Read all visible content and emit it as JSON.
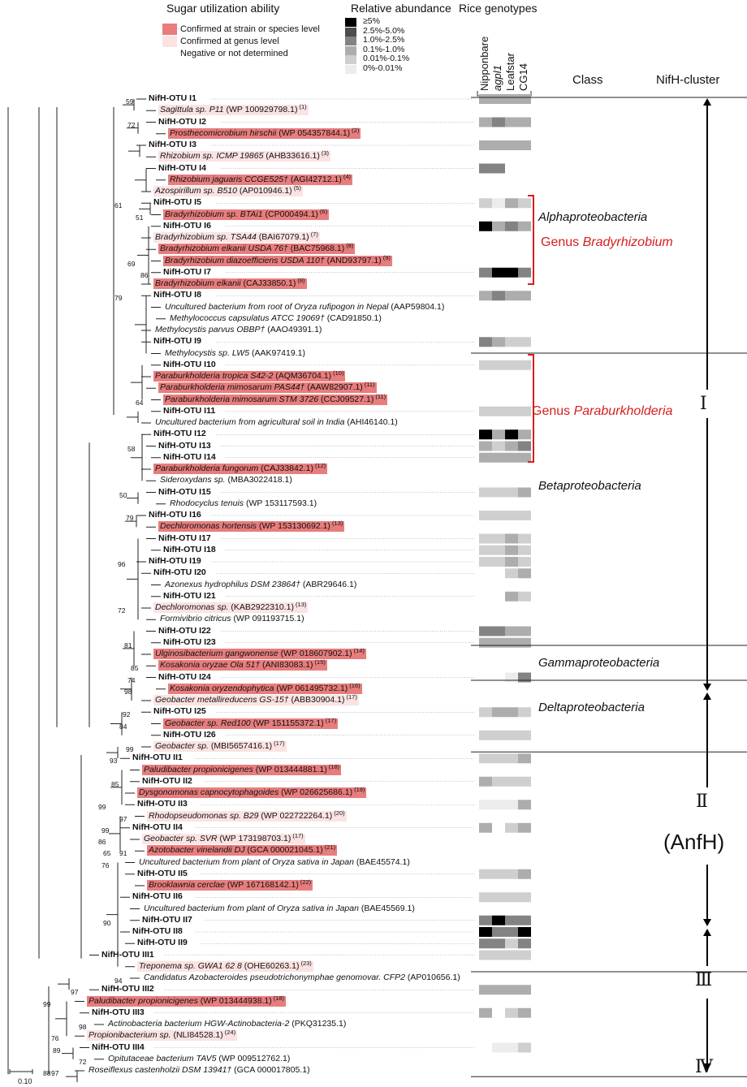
{
  "legend": {
    "sugar_title": "Sugar utilization ability",
    "sugar_items": [
      {
        "label": "Confirmed at strain or species level",
        "color": "#e87d7d"
      },
      {
        "label": "Confirmed at genus level",
        "color": "#fbe3e3"
      },
      {
        "label": "Negative or not determined",
        "color": "#ffffff"
      }
    ],
    "abundance_title": "Relative abundance",
    "abundance_items": [
      {
        "label": "≥5%",
        "color": "#000000"
      },
      {
        "label": "2.5%-5.0%",
        "color": "#4d4d4d"
      },
      {
        "label": "1.0%-2.5%",
        "color": "#838383"
      },
      {
        "label": "0.1%-1.0%",
        "color": "#adadad"
      },
      {
        "label": "0.01%-0.1%",
        "color": "#cfcfcf"
      },
      {
        "label": "0%-0.01%",
        "color": "#ececec"
      }
    ],
    "genotype_title": "Rice genotypes",
    "genotypes": [
      "Nipponbare",
      "agpl1",
      "Leafstar",
      "CG14"
    ]
  },
  "headers": {
    "class": "Class",
    "cluster": "NifH-cluster"
  },
  "tree": {
    "leaves": [
      {
        "otu": "NifH-OTU I1",
        "ab": [
          3,
          3,
          3,
          3
        ]
      },
      {
        "name": "Sagittula sp. P11",
        "acc": "(WP 100929798.1)",
        "ref": "(1)",
        "sugar": "genus"
      },
      {
        "otu": "NifH-OTU I2",
        "ab": [
          3,
          2,
          3,
          3
        ]
      },
      {
        "name": "Prosthecomicrobium hirschii",
        "acc": "(WP 054357844.1)",
        "ref": "(2)",
        "sugar": "strong"
      },
      {
        "otu": "NifH-OTU I3",
        "ab": [
          3,
          3,
          3,
          3
        ]
      },
      {
        "name": "Rhizobium sp. ICMP 19865",
        "acc": "(AHB33616.1)",
        "ref": "(3)",
        "sugar": "genus"
      },
      {
        "otu": "NifH-OTU I4",
        "ab": [
          2,
          2,
          -1,
          -1
        ]
      },
      {
        "name": "Rhizobium jaguaris CCGE525†",
        "acc": "(AGI42712.1)",
        "ref": "(4)",
        "sugar": "strong"
      },
      {
        "name": "Azospirillum sp. B510",
        "acc": "(AP010946.1)",
        "ref": "(5)",
        "sugar": "genus"
      },
      {
        "otu": "NifH-OTU I5",
        "ab": [
          4,
          5,
          3,
          4
        ]
      },
      {
        "name": "Bradyrhizobium sp. BTAi1",
        "acc": "(CP000494.1)",
        "ref": "(6)",
        "sugar": "strong"
      },
      {
        "otu": "NifH-OTU I6",
        "ab": [
          0,
          3,
          2,
          3
        ]
      },
      {
        "name": "Bradyrhizobium sp. TSA44",
        "acc": "(BAI67079.1)",
        "ref": "(7)",
        "sugar": "genus"
      },
      {
        "name": "Bradyrhizobium elkanii USDA 76†",
        "acc": "(BAC75968.1)",
        "ref": "(8)",
        "sugar": "strong"
      },
      {
        "name": "Bradyrhizobium diazoefficiens USDA 110†",
        "acc": "(AND93797.1)",
        "ref": "(9)",
        "sugar": "strong"
      },
      {
        "otu": "NifH-OTU I7",
        "ab": [
          2,
          0,
          0,
          2
        ]
      },
      {
        "name": "Bradyrhizobium elkanii",
        "acc": "(CAJ33850.1)",
        "ref": "(8)",
        "sugar": "strong"
      },
      {
        "otu": "NifH-OTU I8",
        "ab": [
          3,
          2,
          3,
          3
        ]
      },
      {
        "name": "Uncultured bacterium from root of Oryza rufipogon in Nepal",
        "acc": "(AAP59804.1)",
        "ref": "",
        "sugar": "none"
      },
      {
        "name": "Methylococcus capsulatus ATCC 19069†",
        "acc": "(CAD91850.1)",
        "ref": "",
        "sugar": "none"
      },
      {
        "name": "Methylocystis parvus OBBP†",
        "acc": "(AAO49391.1)",
        "ref": "",
        "sugar": "none"
      },
      {
        "otu": "NifH-OTU I9",
        "ab": [
          2,
          3,
          4,
          4
        ]
      },
      {
        "name": "Methylocystis sp. LW5",
        "acc": "(AAK97419.1)",
        "ref": "",
        "sugar": "none"
      },
      {
        "otu": "NifH-OTU I10",
        "ab": [
          4,
          4,
          4,
          4
        ]
      },
      {
        "name": "Paraburkholderia tropica S42-2",
        "acc": "(AQM36704.1)",
        "ref": "(10)",
        "sugar": "strong"
      },
      {
        "name": "Paraburkholderia mimosarum PAS44†",
        "acc": "(AAW82907.1)",
        "ref": "(11)",
        "sugar": "strong"
      },
      {
        "name": "Paraburkholderia mimosarum STM 3726",
        "acc": "(CCJ09527.1)",
        "ref": "(11)",
        "sugar": "strong"
      },
      {
        "otu": "NifH-OTU I11",
        "ab": [
          4,
          4,
          4,
          4
        ]
      },
      {
        "name": "Uncultured bacterium from agricultural soil in India",
        "acc": "(AHI46140.1)",
        "ref": "",
        "sugar": "none"
      },
      {
        "otu": "NifH-OTU I12",
        "ab": [
          0,
          3,
          0,
          3
        ]
      },
      {
        "otu": "NifH-OTU I13",
        "ab": [
          3,
          4,
          3,
          2
        ]
      },
      {
        "otu": "NifH-OTU I14",
        "ab": [
          3,
          3,
          3,
          3
        ]
      },
      {
        "name": "Paraburkholderia fungorum",
        "acc": "(CAJ33842.1)",
        "ref": "(12)",
        "sugar": "strong"
      },
      {
        "name": "Sideroxydans sp.",
        "acc": "(MBA3022418.1)",
        "ref": "",
        "sugar": "none"
      },
      {
        "otu": "NifH-OTU I15",
        "ab": [
          4,
          4,
          4,
          3
        ]
      },
      {
        "name": "Rhodocyclus tenuis",
        "acc": "(WP 153117593.1)",
        "ref": "",
        "sugar": "none"
      },
      {
        "otu": "NifH-OTU I16",
        "ab": [
          4,
          4,
          4,
          4
        ]
      },
      {
        "name": "Dechloromonas hortensis",
        "acc": "(WP 153130692.1)",
        "ref": "(13)",
        "sugar": "strong"
      },
      {
        "otu": "NifH-OTU I17",
        "ab": [
          4,
          4,
          3,
          4
        ]
      },
      {
        "otu": "NifH-OTU I18",
        "ab": [
          4,
          4,
          3,
          4
        ]
      },
      {
        "otu": "NifH-OTU I19",
        "ab": [
          4,
          4,
          3,
          4
        ]
      },
      {
        "otu": "NifH-OTU I20",
        "ab": [
          -1,
          -1,
          4,
          3
        ]
      },
      {
        "name": "Azonexus hydrophilus DSM 23864†",
        "acc": "(ABR29646.1)",
        "ref": "",
        "sugar": "none"
      },
      {
        "otu": "NifH-OTU I21",
        "ab": [
          -1,
          -1,
          3,
          4
        ]
      },
      {
        "name": "Dechloromonas sp.",
        "acc": "(KAB2922310.1)",
        "ref": "(13)",
        "sugar": "genus"
      },
      {
        "name": "Formivibrio citricus",
        "acc": "(WP 091193715.1)",
        "ref": "",
        "sugar": "none"
      },
      {
        "otu": "NifH-OTU I22",
        "ab": [
          2,
          2,
          3,
          3
        ]
      },
      {
        "otu": "NifH-OTU I23",
        "ab": [
          3,
          3,
          3,
          3
        ]
      },
      {
        "name": "Ulginosibacterium gangwonense",
        "acc": "(WP 018607902.1)",
        "ref": "(14)",
        "sugar": "strong"
      },
      {
        "name": "Kosakonia oryzae Ola 51†",
        "acc": "(ANI83083.1)",
        "ref": "(15)",
        "sugar": "strong"
      },
      {
        "otu": "NifH-OTU I24",
        "ab": [
          -1,
          -1,
          5,
          2
        ]
      },
      {
        "name": "Kosakonia oryzendophytica",
        "acc": "(WP 061495732.1)",
        "ref": "(16)",
        "sugar": "strong"
      },
      {
        "name": "Geobacter metallireducens GS-15†",
        "acc": "(ABB30904.1)",
        "ref": "(17)",
        "sugar": "genus"
      },
      {
        "otu": "NifH-OTU I25",
        "ab": [
          4,
          3,
          3,
          4
        ]
      },
      {
        "name": "Geobacter sp. Red100",
        "acc": "(WP 151155372.1)",
        "ref": "(17)",
        "sugar": "strong"
      },
      {
        "otu": "NifH-OTU I26",
        "ab": [
          4,
          4,
          4,
          4
        ]
      },
      {
        "name": "Geobacter sp.",
        "acc": "(MBI5657416.1)",
        "ref": "(17)",
        "sugar": "genus"
      },
      {
        "otu": "NifH-OTU II1",
        "ab": [
          4,
          4,
          4,
          3
        ]
      },
      {
        "name": "Paludibacter propionicigenes",
        "acc": "(WP 013444881.1)",
        "ref": "(18)",
        "sugar": "strong"
      },
      {
        "otu": "NifH-OTU II2",
        "ab": [
          3,
          4,
          4,
          4
        ]
      },
      {
        "name": "Dysgonomonas capnocytophagoides",
        "acc": "(WP 026625686.1)",
        "ref": "(19)",
        "sugar": "strong"
      },
      {
        "otu": "NifH-OTU II3",
        "ab": [
          5,
          5,
          5,
          3
        ]
      },
      {
        "name": "Rhodopseudomonas sp. B29",
        "acc": "(WP 022722264.1)",
        "ref": "(20)",
        "sugar": "genus"
      },
      {
        "otu": "NifH-OTU II4",
        "ab": [
          3,
          -1,
          4,
          3
        ]
      },
      {
        "name": "Geobacter sp. SVR",
        "acc": "(WP 173198703.1)",
        "ref": "(17)",
        "sugar": "genus"
      },
      {
        "name": "Azotobacter vinelandii DJ",
        "acc": "(GCA 000021045.1)",
        "ref": "(21)",
        "sugar": "strong"
      },
      {
        "name": "Uncultured bacterium from plant of Oryza sativa in Japan",
        "acc": "(BAE45574.1)",
        "ref": "",
        "sugar": "none"
      },
      {
        "otu": "NifH-OTU II5",
        "ab": [
          4,
          4,
          4,
          3
        ]
      },
      {
        "name": "Brooklawnia cerclae",
        "acc": "(WP 167168142.1)",
        "ref": "(22)",
        "sugar": "strong"
      },
      {
        "otu": "NifH-OTU II6",
        "ab": [
          4,
          4,
          4,
          4
        ]
      },
      {
        "name": "Uncultured bacterium from plant of Oryza sativa in Japan",
        "acc": "(BAE45569.1)",
        "ref": "",
        "sugar": "none"
      },
      {
        "otu": "NifH-OTU II7",
        "ab": [
          2,
          0,
          2,
          2
        ]
      },
      {
        "otu": "NifH-OTU II8",
        "ab": [
          0,
          2,
          2,
          0
        ]
      },
      {
        "otu": "NifH-OTU II9",
        "ab": [
          2,
          2,
          4,
          2
        ]
      },
      {
        "otu": "NifH-OTU III1",
        "ab": [
          4,
          4,
          4,
          4
        ]
      },
      {
        "name": "Treponema sp. GWA1 62 8",
        "acc": "(OHE60263.1)",
        "ref": "(23)",
        "sugar": "genus"
      },
      {
        "name": "Candidatus Azobacteroides pseudotrichonymphae genomovar. CFP2",
        "acc": "(AP010656.1)",
        "ref": "",
        "sugar": "none"
      },
      {
        "otu": "NifH-OTU III2",
        "ab": [
          3,
          3,
          3,
          3
        ]
      },
      {
        "name": "Paludibacter propionicigenes",
        "acc": "(WP 013444938.1)",
        "ref": "(18)",
        "sugar": "strong"
      },
      {
        "otu": "NifH-OTU III3",
        "ab": [
          3,
          -1,
          4,
          3
        ]
      },
      {
        "name": "Actinobacteria bacterium HGW-Actinobacteria-2",
        "acc": "(PKQ31235.1)",
        "ref": "",
        "sugar": "none"
      },
      {
        "name": "Propionibacterium sp.",
        "acc": "(NLI84528.1)",
        "ref": "(24)",
        "sugar": "genus"
      },
      {
        "otu": "NifH-OTU III4",
        "ab": [
          -1,
          5,
          5,
          4
        ]
      },
      {
        "name": "Opitutaceae bacterium TAV5",
        "acc": "(WP 009512762.1)",
        "ref": "",
        "sugar": "none"
      },
      {
        "name": "Roseiflexus castenholzii DSM 13941†",
        "acc": "(GCA 000017805.1)",
        "ref": "",
        "sugar": "none"
      }
    ],
    "bootstrap": [
      "59",
      "72",
      "61",
      "51",
      "69",
      "79",
      "64",
      "58",
      "50",
      "79",
      "72",
      "81",
      "85",
      "74",
      "98",
      "86",
      "92",
      "84",
      "99",
      "96",
      "65",
      "93",
      "85",
      "99",
      "97",
      "99",
      "86",
      "91",
      "76",
      "90",
      "94",
      "97",
      "99",
      "98",
      "76",
      "89",
      "72",
      "97",
      "88"
    ]
  },
  "classes": {
    "alpha": "Alphaproteobacteria",
    "beta": "Betaproteobacteria",
    "gamma": "Gammaproteobacteria",
    "delta": "Deltaproteobacteria",
    "genus_brady_prefix": "Genus ",
    "genus_brady_name": "Bradyrhizobium",
    "genus_para_prefix": "Genus ",
    "genus_para_name": "Paraburkholderia"
  },
  "clusters": {
    "c1": "Ⅰ",
    "c2": "Ⅱ",
    "anfh": "(AnfH)",
    "c3": "Ⅲ",
    "c4": "Ⅳ"
  },
  "scale_label": "0.10"
}
